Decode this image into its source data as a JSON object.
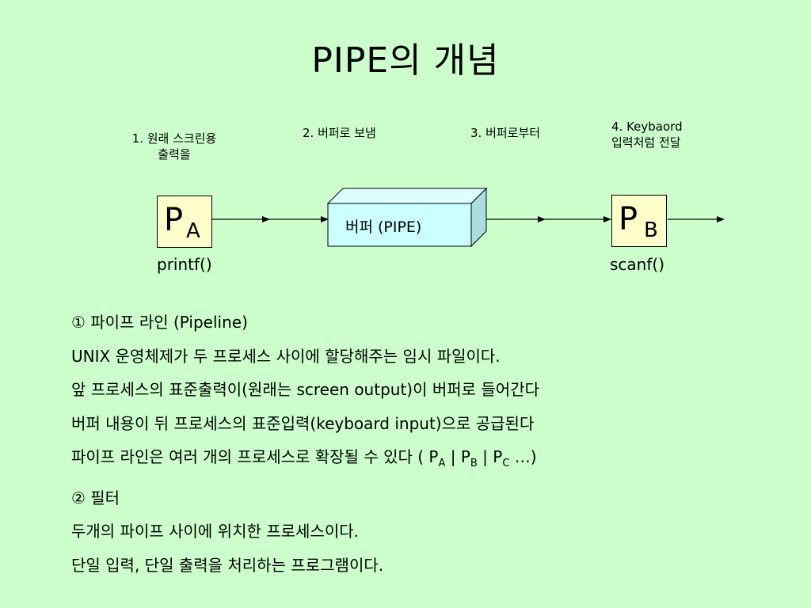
{
  "title": "PIPE의 개념",
  "steps": {
    "s1_line1": "1.   원래 스크린용",
    "s1_line2": "출력을",
    "s2": "2.  버퍼로  보냄",
    "s3": "3. 버퍼로부터",
    "s4_line1": "4. Keybaord",
    "s4_line2": "입력처럼 전달"
  },
  "process_a": {
    "letter": "P",
    "sub": "A",
    "function": "printf()"
  },
  "process_b": {
    "letter": "P",
    "sub": "B",
    "function": "scanf()"
  },
  "pipe_label": "버퍼 (PIPE)",
  "colors": {
    "background": "#ccffcc",
    "process_box": "#ffffcc",
    "pipe_box": "#ccffff"
  },
  "lines": {
    "l1": "① 파이프 라인 (Pipeline)",
    "l2": "UNIX 운영체제가 두 프로세스 사이에 할당해주는 임시 파일이다.",
    "l3": "앞 프로세스의 표준출력이(원래는 screen output)이 버퍼로 들어간다",
    "l4": "버퍼 내용이 뒤 프로세스의 표준입력(keyboard input)으로 공급된다",
    "l5_prefix": "파이프 라인은 여러 개의 프로세스로 확장될 수 있다 ( P",
    "l5_sub_a": "A",
    "l5_sep1": " | P",
    "l5_sub_b": "B",
    "l5_sep2": " | P",
    "l5_sub_c": "C",
    "l5_suffix": " …)",
    "l6": "② 필터",
    "l7": "두개의 파이프 사이에 위치한 프로세스이다.",
    "l8": "단일 입력, 단일 출력을 처리하는 프로그램이다."
  }
}
